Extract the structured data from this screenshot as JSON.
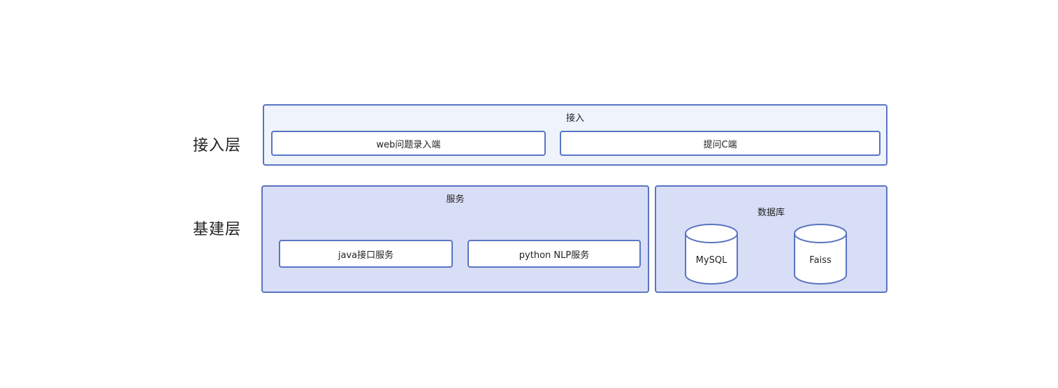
{
  "layers": {
    "access_label": "接入层",
    "infra_label": "基建层"
  },
  "access_group": {
    "title": "接入",
    "items": [
      "web问题录入端",
      "提问C端"
    ]
  },
  "service_group": {
    "title": "服务",
    "items": [
      "java接口服务",
      "python NLP服务"
    ]
  },
  "database_group": {
    "title": "数据库",
    "items": [
      "MySQL",
      "Faiss"
    ]
  },
  "colors": {
    "border": "#5b74c2",
    "access_fill": "#eef3fc",
    "infra_fill": "#d8def5",
    "node_fill": "#ffffff"
  }
}
